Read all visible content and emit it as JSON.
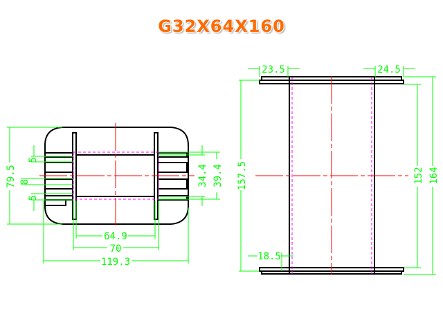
{
  "title": "G32X64X160",
  "colors": {
    "title": "#ff6a00",
    "dimension": "#00ff00",
    "outline": "#000000",
    "centerline": "#ff0000",
    "hidden": "#ff00ff"
  },
  "front_view": {
    "dimensions": {
      "height": "79.5",
      "slot_top": "5",
      "center_gap": "8",
      "slot_bottom": "5",
      "inner_height": "34.4",
      "outer_height": "39.4",
      "inner_width": "64.9",
      "flange_width": "70",
      "total_width": "119.3"
    }
  },
  "side_view": {
    "dimensions": {
      "top_left": "23.5",
      "top_right": "24.5",
      "bottom_left": "18.5",
      "inner_length": "157.5",
      "window_length": "152",
      "total_length": "164"
    }
  }
}
